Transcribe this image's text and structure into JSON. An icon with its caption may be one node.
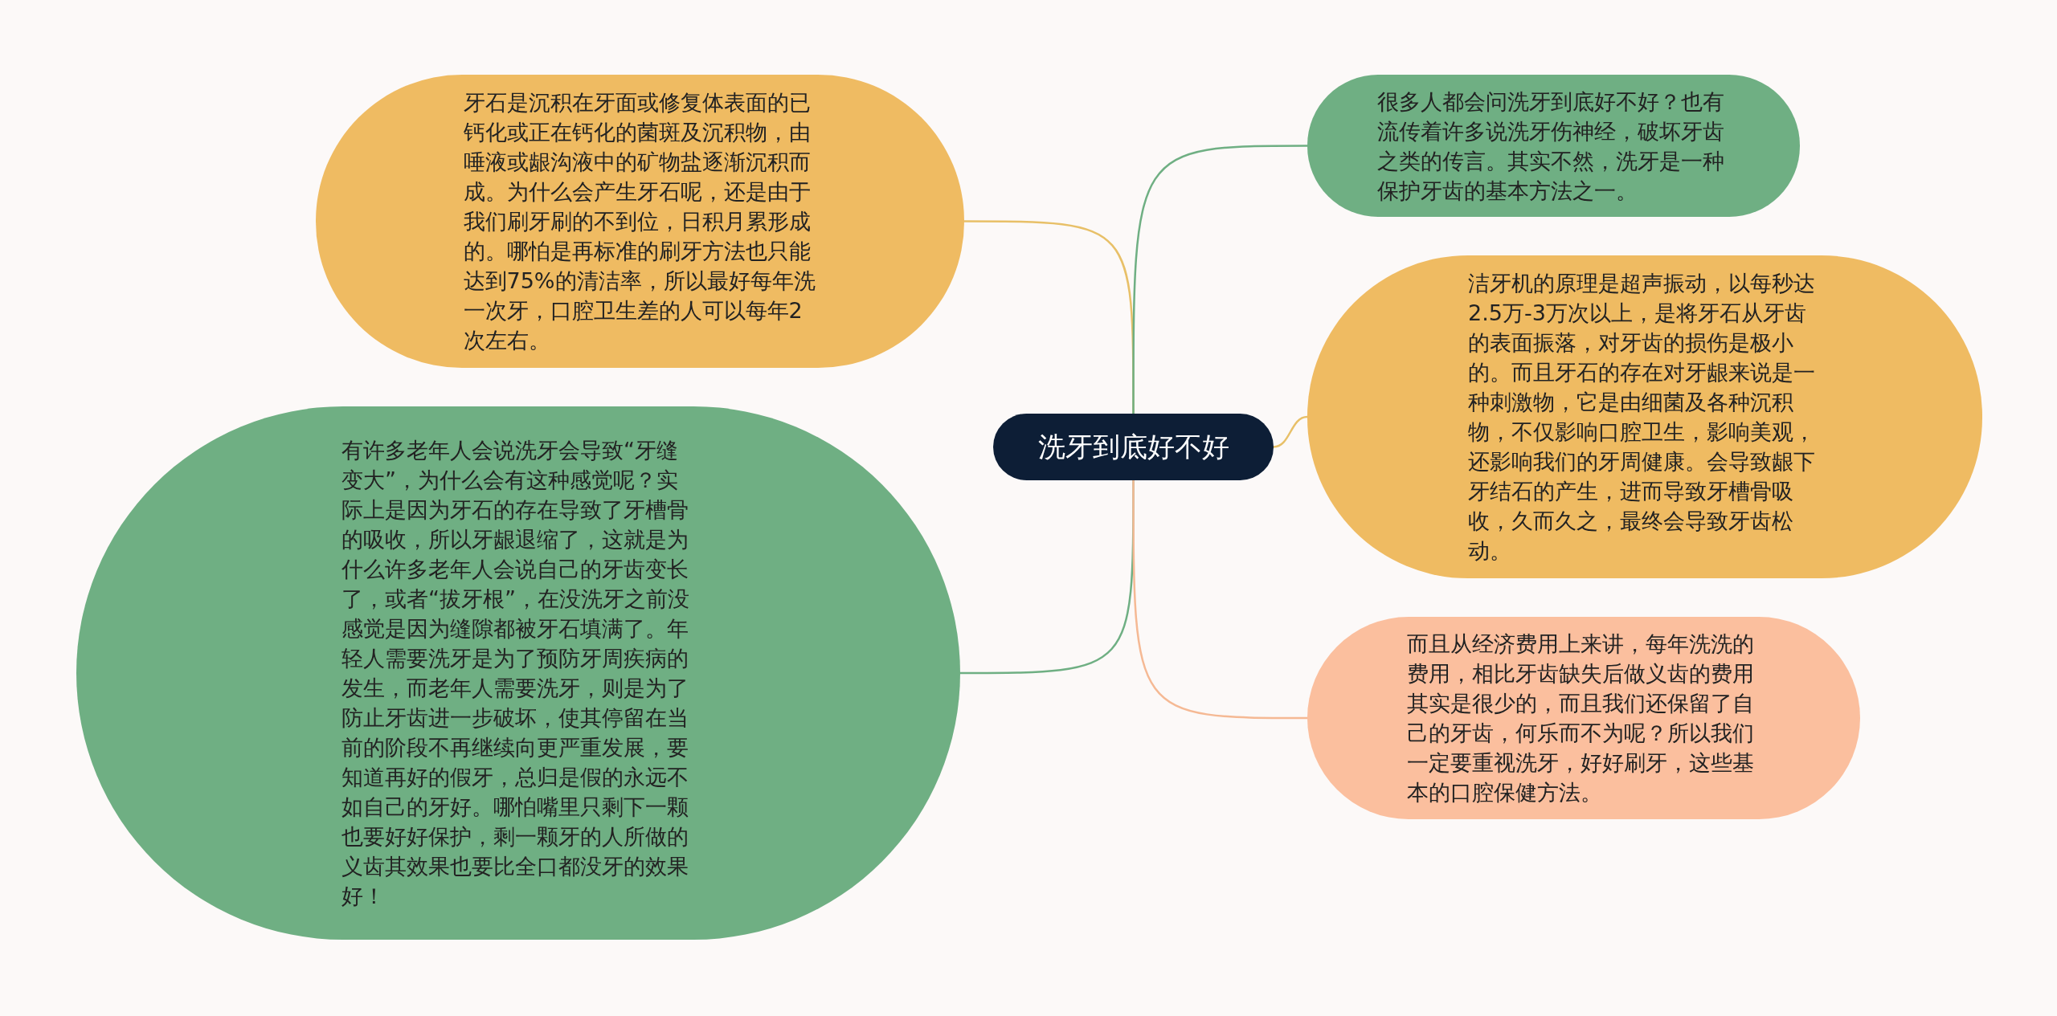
{
  "diagram": {
    "nodes": [
      {
        "text": [
          "洗牙到底好不好"
        ]
      },
      {
        "text": [
          "牙石是沉积在牙面或修复体表面的已钙化或正在钙化的菌斑及沉积物，由唾液或龈沟液中的矿物盐逐渐沉积而成。为什么会产生牙石呢，还是由于我们刷牙刷的不到位，日积月累形成的。哪怕是再标准的刷牙方法也只能达到75%的清洁率，所以最好每年洗一次牙，口腔卫生差的人可以每年2次左右。"
        ]
      },
      {
        "text": [
          "有许多老年人会说洗牙会导致“牙缝变大”，为什么会有这种感觉呢？实际上是因为牙石的存在导致了牙槽骨的吸收，所以牙龈退缩了，这就是为什么许多老年人会说自己的牙齿变长了，或者“拔牙根”，在没洗牙之前没感觉是因为缝隙都被牙石填满了。年轻人需要洗牙是为了预防牙周疾病的发生，而老年人需要洗牙，则是为了防止牙齿进一步破坏，使其停留在当前的阶段不再继续向更严重发展，要知道再好的假牙，总归是假的永远不如自己的牙好。哪怕嘴里只剩下一颗也要好好保护，剩一颗牙的人所做的义齿其效果也要比全口都没牙的效果好！"
        ]
      },
      {
        "text": [
          "很多人都会问洗牙到底好不好？也有流传着许多说洗牙伤神经，破坏牙齿之类的传言。其实不然，洗牙是一种保护牙齿的基本方法之一。"
        ]
      },
      {
        "text": [
          "洁牙机的原理是超声振动，以每秒达2.5万-3万次以上，是将牙石从牙齿的表面振落，对牙齿的损伤是极小的。而且牙石的存在对牙龈来说是一种刺激物，它是由细菌及各种沉积物，不仅影响口腔卫生，影响美观，还影响我们的牙周健康。会导致龈下牙结石的产生，进而导致牙槽骨吸收，久而久之，最终会导致牙齿松动。"
        ]
      },
      {
        "text": [
          "而且从经济费用上来讲，每年洗洗的费用，相比牙齿缺失后做义齿的费用其实是很少的，而且我们还保留了自己的牙齿，何乐而不为呢？所以我们一定要重视洗牙，好好刷牙，这些基本的口腔保健方法。"
        ]
      }
    ],
    "edges": [
      {
        "from": 0,
        "to": 1,
        "arrow": "none",
        "color": "#e8c068"
      },
      {
        "from": 0,
        "to": 2,
        "arrow": "none",
        "color": "#6faf83"
      },
      {
        "from": 0,
        "to": 3,
        "arrow": "none",
        "color": "#6faf83"
      },
      {
        "from": 0,
        "to": 4,
        "arrow": "none",
        "color": "#e8c068"
      },
      {
        "from": 0,
        "to": 5,
        "arrow": "none",
        "color": "#f5b994"
      }
    ]
  }
}
